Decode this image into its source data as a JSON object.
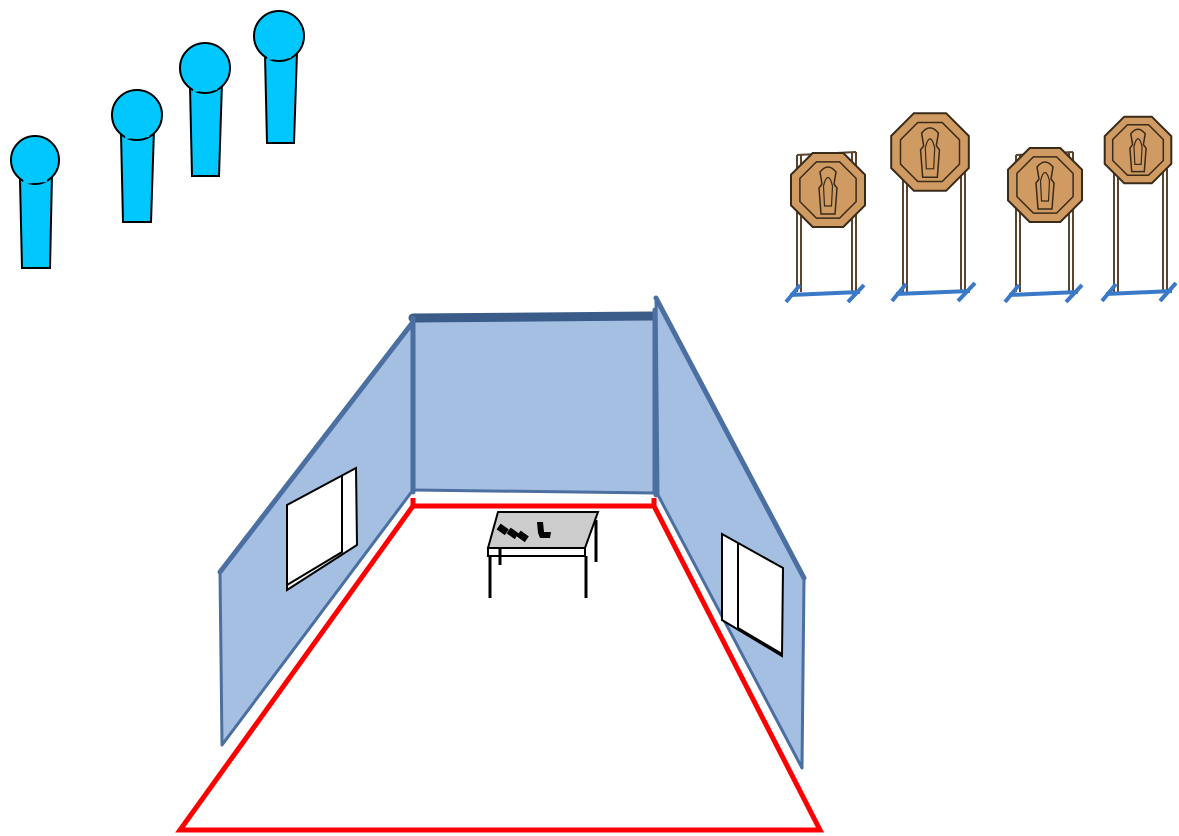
{
  "diagram": {
    "kind": "shooting-stage-layout",
    "colors": {
      "background": "#ffffff",
      "wall_fill": "#a4bfe1",
      "wall_stroke": "#4a6fa0",
      "wall_top_stroke": "#3b5b88",
      "fault_line": "#ff0000",
      "paper_target_fill": "#00c8ff",
      "paper_target_stroke": "#000000",
      "steel_target_fill": "#cf9b63",
      "steel_target_stroke": "#3a2a18",
      "stand_post": "#5a4530",
      "stand_base": "#3a78c8",
      "window_fill": "#ffffff",
      "table_top_fill": "#cccccc",
      "table_stroke": "#000000",
      "gear_fill": "#000000"
    },
    "elements": {
      "paper_targets": {
        "label": "paper-targets",
        "count": 4
      },
      "steel_targets": {
        "label": "steel-plate-targets",
        "count": 4
      },
      "shooting_area": {
        "label": "shooting-area",
        "walls": 3,
        "windows": 2
      },
      "fault_line": {
        "label": "fault-line"
      },
      "start_table": {
        "label": "start-table",
        "items": [
          "magazine",
          "magazine",
          "magazine",
          "pistol"
        ]
      }
    }
  }
}
